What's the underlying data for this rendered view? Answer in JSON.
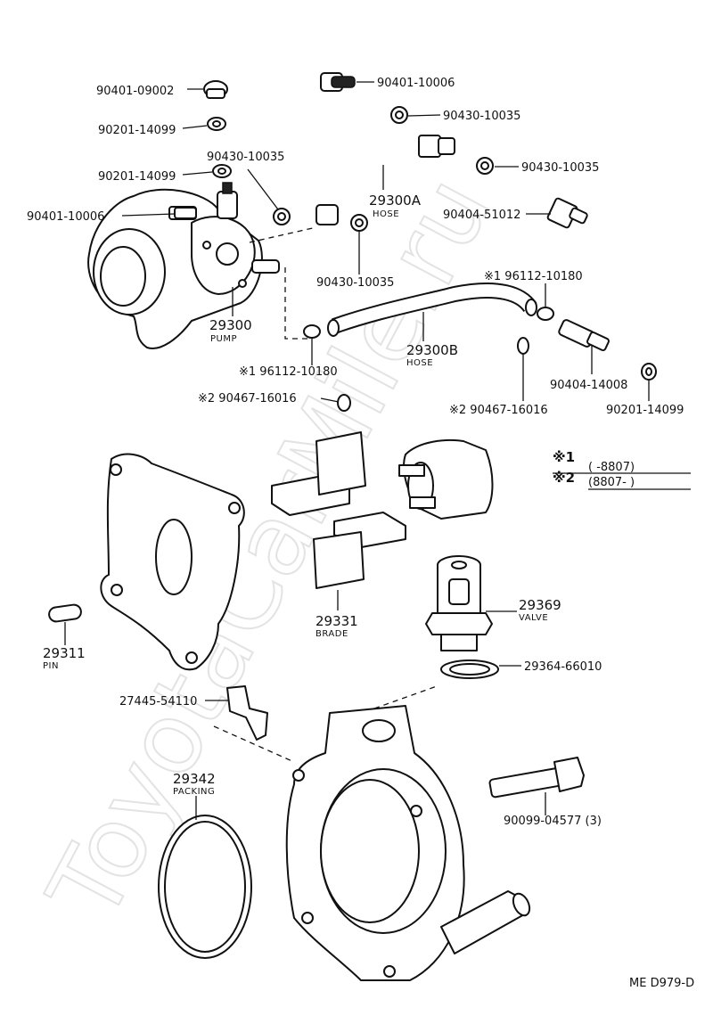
{
  "diagram": {
    "code": "ME D979-D",
    "watermark": "ToyotaCarMile.ru",
    "legend": {
      "note1_mark": "※1",
      "note1_range": "(      -8807)",
      "note2_mark": "※2",
      "note2_range": "(8807-        )"
    },
    "parts": [
      {
        "number": "90401-09002"
      },
      {
        "number": "90201-14099"
      },
      {
        "number": "90201-14099"
      },
      {
        "number": "90401-10006"
      },
      {
        "number": "90430-10035"
      },
      {
        "number": "90401-10006"
      },
      {
        "number": "90430-10035"
      },
      {
        "number": "29300A",
        "name": "HOSE"
      },
      {
        "number": "90430-10035"
      },
      {
        "number": "90404-51012"
      },
      {
        "number": "90430-10035"
      },
      {
        "number": "29300",
        "name": "PUMP"
      },
      {
        "number": "※1 96112-10180"
      },
      {
        "number": "※1 96112-10180"
      },
      {
        "number": "29300B",
        "name": "HOSE"
      },
      {
        "number": "※2 90467-16016"
      },
      {
        "number": "※2 90467-16016"
      },
      {
        "number": "90404-14008"
      },
      {
        "number": "90201-14099"
      },
      {
        "number": "29331",
        "name": "BRADE"
      },
      {
        "number": "29369",
        "name": "VALVE"
      },
      {
        "number": "29311",
        "name": "PIN"
      },
      {
        "number": "29364-66010"
      },
      {
        "number": "27445-54110"
      },
      {
        "number": "29342",
        "name": "PACKING"
      },
      {
        "number": "90099-04577 (3)"
      }
    ]
  }
}
